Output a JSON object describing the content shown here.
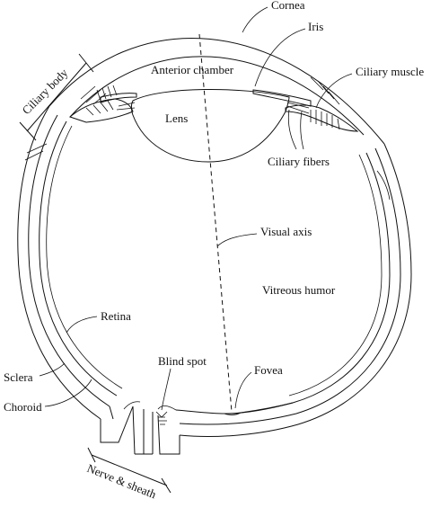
{
  "labels": {
    "cornea": "Cornea",
    "iris": "Iris",
    "ciliary_muscle": "Ciliary muscle",
    "ciliary_body": "Ciliary body",
    "anterior_chamber": "Anterior chamber",
    "lens": "Lens",
    "ciliary_fibers": "Ciliary fibers",
    "visual_axis": "Visual axis",
    "vitreous_humor": "Vitreous humor",
    "retina": "Retina",
    "blind_spot": "Blind spot",
    "fovea": "Fovea",
    "sclera": "Sclera",
    "choroid": "Choroid",
    "nerve_sheath": "Nerve & sheath"
  },
  "colors": {
    "ink": "#111111",
    "background": "#ffffff"
  }
}
